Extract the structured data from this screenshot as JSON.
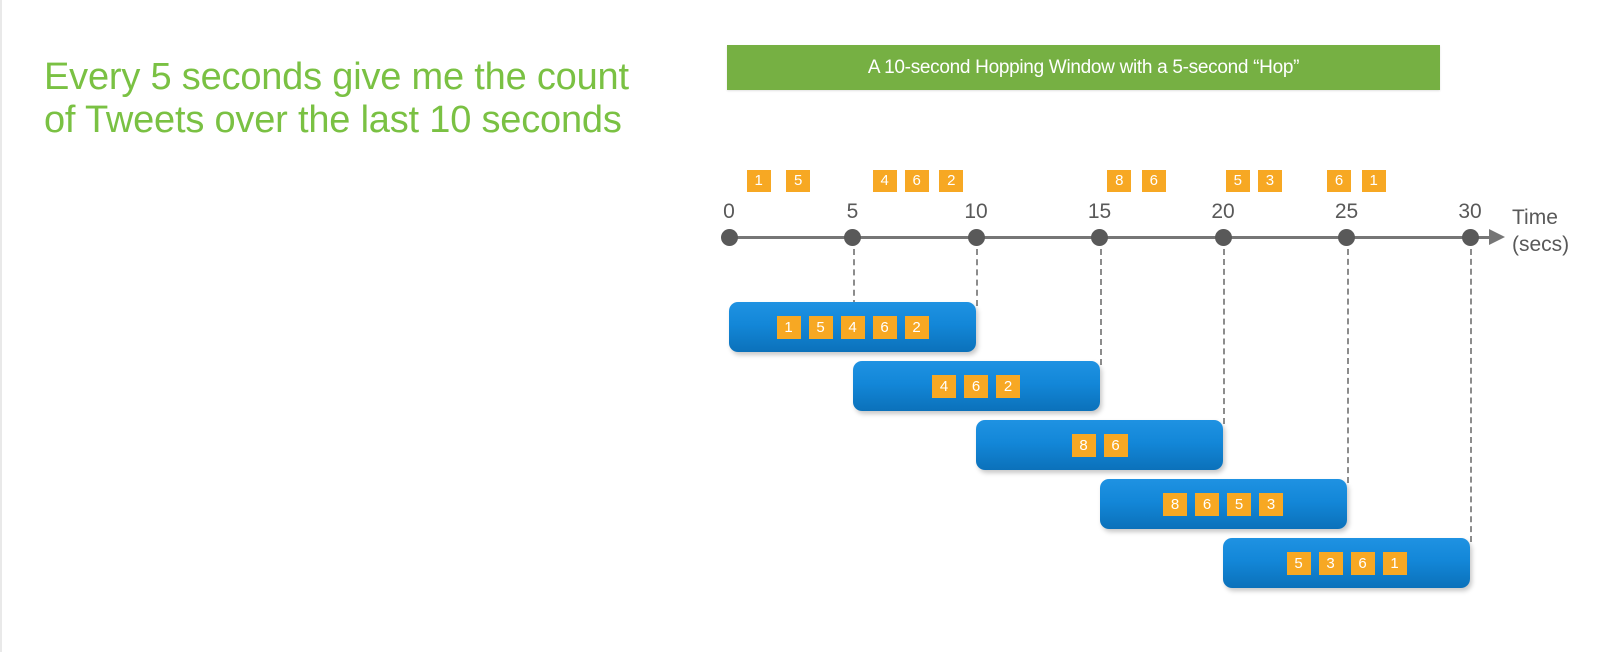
{
  "slide": {
    "question": "Every 5 seconds give me the count of Tweets over the last 10 seconds",
    "banner_title": "A 10-second Hopping Window with a 5-second “Hop”"
  },
  "colors": {
    "accent_green": "#7ac143",
    "banner_green": "#76b043",
    "chip_orange": "#f7a823",
    "window_blue": "#1387d8",
    "axis_gray": "#595959"
  },
  "chart_data": {
    "type": "timeline",
    "title": "A 10-second Hopping Window with a 5-second “Hop”",
    "xlabel": "Time",
    "xlabel_units": "(secs)",
    "xlim": [
      0,
      30
    ],
    "tick_values": [
      0,
      5,
      10,
      15,
      20,
      25,
      30
    ],
    "tick_labels": [
      "0",
      "5",
      "10",
      "15",
      "20",
      "25",
      "30"
    ],
    "grid": false,
    "legend": "none",
    "events": [
      {
        "label": "1",
        "t": 1.2
      },
      {
        "label": "5",
        "t": 2.8
      },
      {
        "label": "4",
        "t": 6.3
      },
      {
        "label": "6",
        "t": 7.6
      },
      {
        "label": "2",
        "t": 9.0
      },
      {
        "label": "8",
        "t": 15.8
      },
      {
        "label": "6",
        "t": 17.2
      },
      {
        "label": "5",
        "t": 20.6
      },
      {
        "label": "3",
        "t": 21.9
      },
      {
        "label": "6",
        "t": 24.7
      },
      {
        "label": "1",
        "t": 26.1
      }
    ],
    "windows": [
      {
        "name": "window-1",
        "start": 0,
        "end": 10,
        "events": [
          "1",
          "5",
          "4",
          "6",
          "2"
        ],
        "count": 5
      },
      {
        "name": "window-2",
        "start": 5,
        "end": 15,
        "events": [
          "4",
          "6",
          "2"
        ],
        "count": 3
      },
      {
        "name": "window-3",
        "start": 10,
        "end": 20,
        "events": [
          "8",
          "6"
        ],
        "count": 2
      },
      {
        "name": "window-4",
        "start": 15,
        "end": 25,
        "events": [
          "8",
          "6",
          "5",
          "3"
        ],
        "count": 4
      },
      {
        "name": "window-5",
        "start": 20,
        "end": 30,
        "events": [
          "5",
          "3",
          "6",
          "1"
        ],
        "count": 4
      }
    ],
    "drop_lines": [
      5,
      10,
      15,
      20,
      25,
      30
    ]
  }
}
